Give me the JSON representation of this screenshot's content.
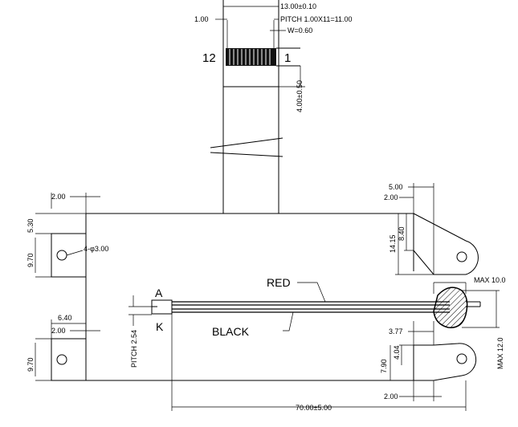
{
  "dimensions": {
    "total_width": "13.00±0.10",
    "pin_offset": "1.00",
    "pitch": "PITCH  1.00X11=11.00",
    "width": "W=0.60",
    "contact_length": "4.00±0.50",
    "left_tab_offset_top": "2.00",
    "left_tab_upper": "5.30",
    "left_tab_height_top": "9.70",
    "hole_label": "4-φ3.00",
    "left_tab_gap": "6.40",
    "left_tab_offset_bottom": "2.00",
    "left_tab_height_bottom": "9.70",
    "right_top_width": "5.00",
    "right_top_offset": "2.00",
    "right_top_height": "14.15",
    "right_top_inner": "8.40",
    "max_top": "MAX  10.0",
    "max_right": "MAX  12.0",
    "right_bottom_width": "3.77",
    "right_bottom_inner": "4.04",
    "right_bottom_height": "7.90",
    "right_bottom_offset": "2.00",
    "cable_length": "70.00±5.00",
    "connector_pitch": "PITCH  2.54"
  },
  "labels": {
    "pin_left": "12",
    "pin_right": "1",
    "anode": "A",
    "cathode": "K",
    "red_wire": "RED",
    "black_wire": "BLACK"
  }
}
